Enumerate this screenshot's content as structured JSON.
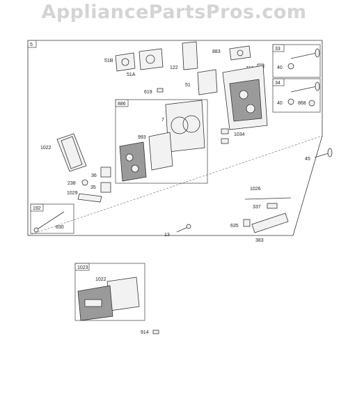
{
  "watermark": "AppliancePartsPros.com",
  "labels": {
    "l5": "5",
    "l33": "33",
    "l34": "34",
    "l886": "886",
    "l192": "192",
    "l1023": "1023",
    "l51b": "51B",
    "l51a": "51A",
    "l122": "122",
    "l883": "883",
    "l718": "718",
    "l619": "619",
    "l51": "51",
    "l40a": "40",
    "l40b": "40",
    "l868": "868",
    "l7": "7",
    "l993": "993",
    "l1034": "1034",
    "l1022a": "1022",
    "l45": "45",
    "l36": "36",
    "l238": "238",
    "l35": "35",
    "l1029": "1029",
    "l1026": "1026",
    "l830": "830",
    "l337": "337",
    "l635": "635",
    "l13": "13",
    "l383": "383",
    "l1022b": "1022",
    "l914": "914"
  }
}
